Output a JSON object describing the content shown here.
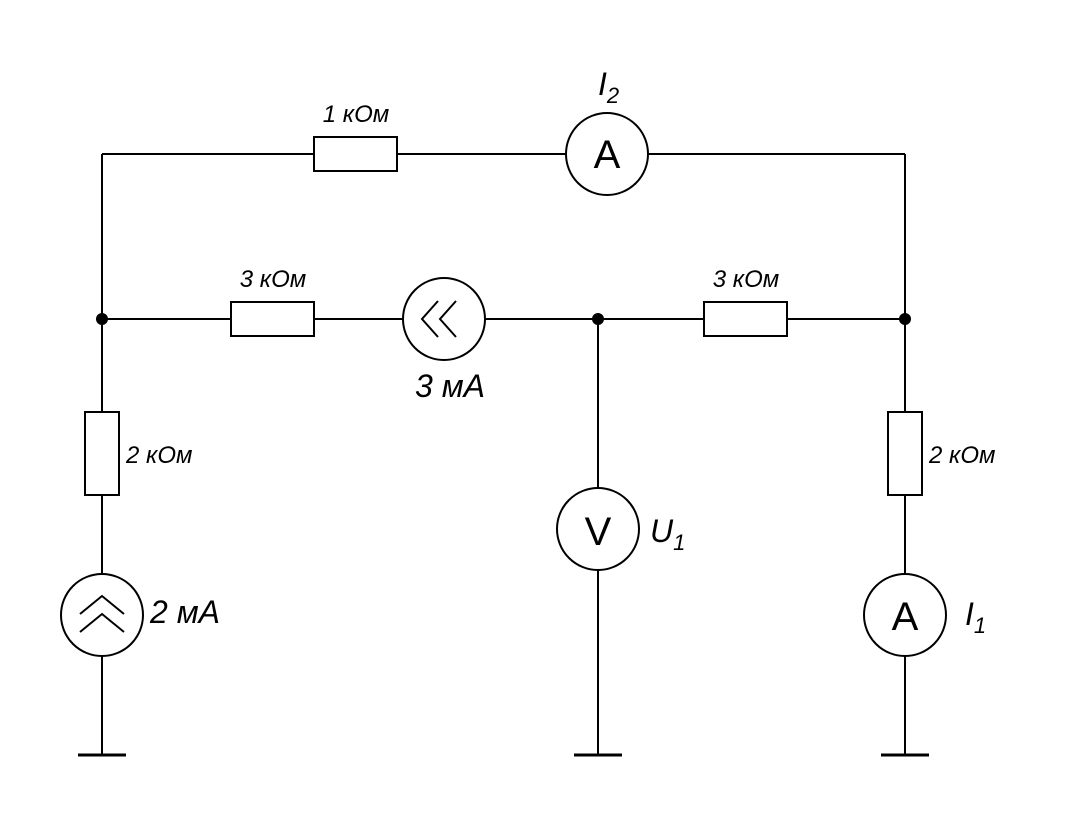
{
  "labels": {
    "r_top": "1 кОм",
    "r_mid_left": "3 кОм",
    "r_mid_right": "3 кОм",
    "r_left_vert": "2 кОм",
    "r_right_vert": "2 кОм",
    "source_mid": "3 мА",
    "source_left": "2 мА",
    "ammeter_top_name": "I",
    "ammeter_top_sub": "2",
    "ammeter_right_name": "I",
    "ammeter_right_sub": "1",
    "voltmeter_name": "U",
    "voltmeter_sub": "1"
  },
  "meters": {
    "ammeter_letter": "A",
    "voltmeter_letter": "V"
  },
  "icons": {
    "current_source_left": "double-chevron-up-icon",
    "current_source_mid": "double-chevron-left-icon",
    "ground": "ground-icon"
  }
}
